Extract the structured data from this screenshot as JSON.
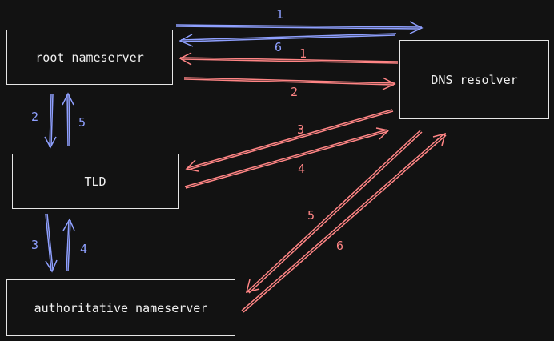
{
  "colors": {
    "background": "#121212",
    "box_border": "#e6e6e6",
    "text": "#f0f0f0",
    "iterative": "#ff8585",
    "recursive": "#8fa0ff"
  },
  "nodes": {
    "root": "root nameserver",
    "resolver": "DNS resolver",
    "tld": "TLD",
    "auth": "authoritative nameserver"
  },
  "edges": {
    "blue_1": "1",
    "blue_6": "6",
    "red_1": "1",
    "red_2": "2",
    "red_3": "3",
    "red_4": "4",
    "red_5": "5",
    "red_6": "6",
    "blue_2": "2",
    "blue_5": "5",
    "blue_3": "3",
    "blue_4": "4"
  }
}
